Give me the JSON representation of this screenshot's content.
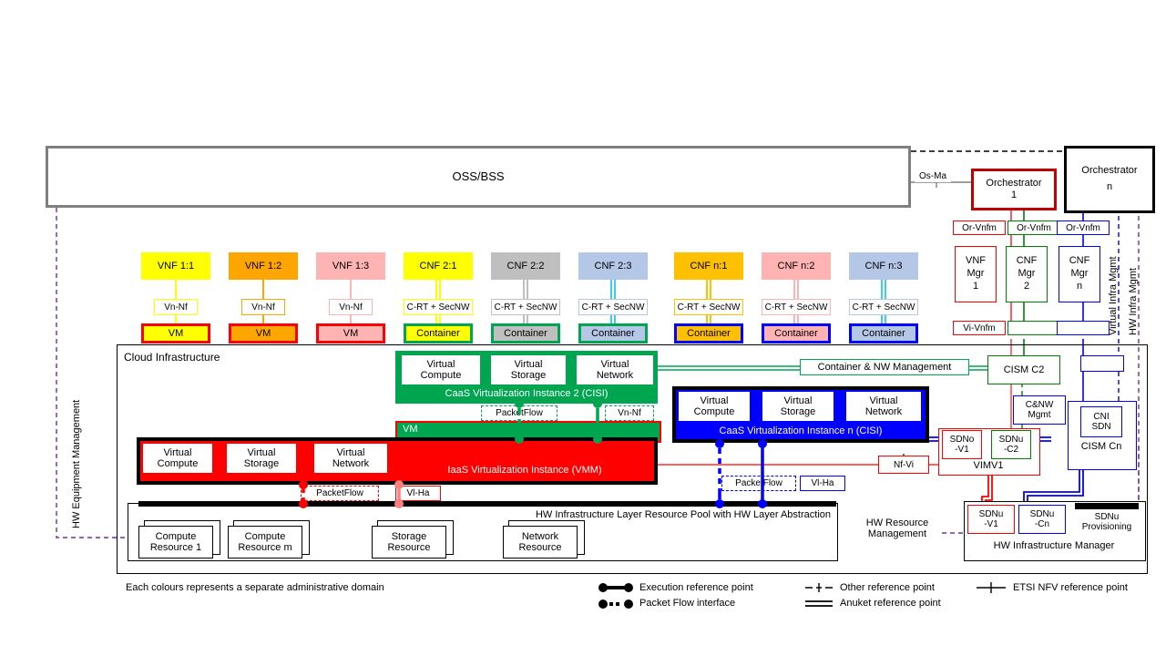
{
  "diagram": {
    "title_note": "Each colours represents a separate administrative domain",
    "ossbss": "OSS/BSS",
    "cloud_infrastructure": "Cloud Infrastructure",
    "os_ma": "Os-Ma",
    "orchestrators": [
      {
        "name": "Orchestrator 1",
        "line1": "Orchestrator",
        "line2": "1",
        "color": "#c00000"
      },
      {
        "name": "Orchestrator n",
        "line1": "Orchestrator",
        "line2": "n",
        "color": "#000000"
      }
    ],
    "managers": [
      {
        "line1": "VNF",
        "line2": "Mgr",
        "line3": "1",
        "ref": "Or-Vnfm",
        "ref2": "Vi-Vnfm",
        "color": "#ff0000"
      },
      {
        "line1": "CNF",
        "line2": "Mgr",
        "line3": "2",
        "ref": "Or-Vnfm",
        "ref2": "",
        "color": "#008000"
      },
      {
        "line1": "CNF",
        "line2": "Mgr",
        "line3": "n",
        "ref": "Or-Vnfm",
        "ref2": "",
        "color": "#0000ff"
      }
    ],
    "vertical_labels": {
      "hw_equipment_management": "HW Equipment Management",
      "virtual_infra_mgmt": "Virtual Infra Mgmt",
      "hw_infra_mgmt": "HW Infra Mgmt"
    },
    "hw_resource_management": "HW Resource\nManagement",
    "functions": [
      {
        "label": "VNF 1:1",
        "fill": "#ffff00",
        "iface": "Vn-Nf",
        "unit": "VM",
        "unit_fill": "#ffff00",
        "unit_border": "#ff0000",
        "line": "#ffff00",
        "double": false
      },
      {
        "label": "VNF 1:2",
        "fill": "#ffa500",
        "iface": "Vn-Nf",
        "unit": "VM",
        "unit_fill": "#ffa500",
        "unit_border": "#ff0000",
        "line": "#ffa500",
        "double": false
      },
      {
        "label": "VNF 1:3",
        "fill": "#ffb3b3",
        "iface": "Vn-Nf",
        "unit": "VM",
        "unit_fill": "#ffb3b3",
        "unit_border": "#ff0000",
        "line": "#ffb3b3",
        "double": false
      },
      {
        "label": "CNF 2:1",
        "fill": "#ffff00",
        "iface": "C-RT + SecNW",
        "unit": "Container",
        "unit_fill": "#ffff00",
        "unit_border": "#00a64f",
        "line": "#ffff00",
        "double": true
      },
      {
        "label": "CNF 2:2",
        "fill": "#bfbfbf",
        "iface": "C-RT + SecNW",
        "unit": "Container",
        "unit_fill": "#bfbfbf",
        "unit_border": "#00a64f",
        "line": "#bfbfbf",
        "double": true
      },
      {
        "label": "CNF 2:3",
        "fill": "#b4c7e7",
        "iface": "C-RT + SecNW",
        "unit": "Container",
        "unit_fill": "#b4c7e7",
        "unit_border": "#00a64f",
        "line": "#41c9f0",
        "double": true
      },
      {
        "label": "CNF n:1",
        "fill": "#ffc000",
        "iface": "C-RT + SecNW",
        "unit": "Container",
        "unit_fill": "#ffc000",
        "unit_border": "#0000ff",
        "line": "#ffc000",
        "double": true
      },
      {
        "label": "CNF n:2",
        "fill": "#ffb3b3",
        "iface": "C-RT + SecNW",
        "unit": "Container",
        "unit_fill": "#ffb3b3",
        "unit_border": "#0000ff",
        "line": "#ffb3b3",
        "double": true
      },
      {
        "label": "CNF n:3",
        "fill": "#b4c7e7",
        "iface": "C-RT + SecNW",
        "unit": "Container",
        "unit_fill": "#b4c7e7",
        "unit_border": "#0000ff",
        "line": "#41c9f0",
        "double": true
      }
    ],
    "caas2": {
      "title": "CaaS Virtualization Instance 2 (CISI)",
      "resources": [
        "Virtual\nCompute",
        "Virtual\nStorage",
        "Virtual\nNetwork"
      ],
      "vm_label": "VM",
      "refs": [
        "PacketFlow",
        "Vn-Nf"
      ],
      "color": "#00a64f"
    },
    "caasn": {
      "title": "CaaS Virtualization Instance n (CISI)",
      "resources": [
        "Virtual\nCompute",
        "Virtual\nStorage",
        "Virtual\nNetwork"
      ],
      "refs": [
        "PacketFlow",
        "Vl-Ha"
      ],
      "color": "#0000ff"
    },
    "iaas": {
      "title": "IaaS Virtualization Instance (VMM)",
      "resources": [
        "Virtual\nCompute",
        "Virtual\nStorage",
        "Virtual\nNetwork"
      ],
      "refs": [
        "PacketFlow",
        "Vl-Ha"
      ],
      "color": "#ff0000"
    },
    "hw_pool": {
      "title": "HW Infrastructure Layer Resource Pool with HW Layer Abstraction",
      "resources": [
        "Compute\nResource 1",
        "Compute\nResource m",
        "Storage\nResource",
        "Network\nResource"
      ]
    },
    "mgmt_boxes": {
      "container_nw_management": "Container & NW Management",
      "cism_c2": "CISM C2",
      "cism_cn": "CISM Cn",
      "cnw_mgmt": "C&NW\nMgmt",
      "cni_sdn": "CNI\nSDN",
      "nf_vi": "Nf-Vi",
      "vimv1": "VIMV1",
      "sdno_v1": "SDNo\n-V1",
      "sdnu_c2": "SDNu\n-C2",
      "him": "HW Infrastructure Manager",
      "sdnu_v1": "SDNu\n-V1",
      "sdnu_cn": "SDNu\n-Cn",
      "sdnu_provisioning": "SDNu\nProvisioning"
    },
    "legend": [
      {
        "key": "execution-reference-point",
        "label": "Execution reference point"
      },
      {
        "key": "packet-flow-interface",
        "label": "Packet Flow interface"
      },
      {
        "key": "other-reference-point",
        "label": "Other reference point"
      },
      {
        "key": "anuket-reference-point",
        "label": "Anuket reference point"
      },
      {
        "key": "etsi-nfv-reference-point",
        "label": "ETSI NFV reference point"
      }
    ],
    "colors": {
      "red": "#ff0000",
      "dark_red": "#c00000",
      "green": "#00a64f",
      "blue": "#0000ff",
      "purple": "#7030a0",
      "grey": "#7f7f7f",
      "yellow": "#ffff00"
    }
  }
}
